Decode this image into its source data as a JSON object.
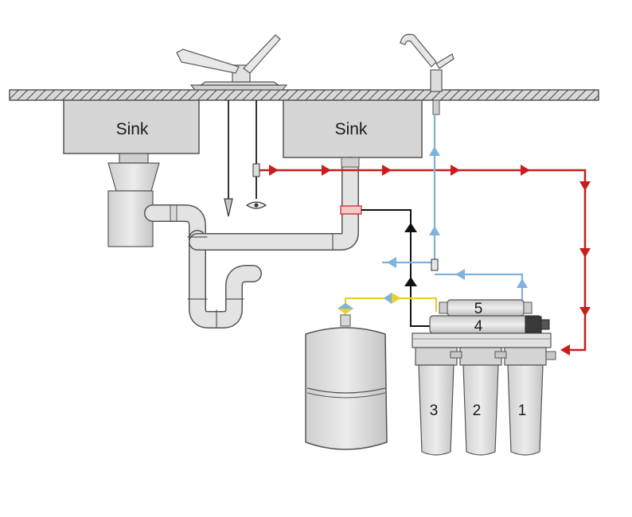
{
  "labels": {
    "left_sink": "Sink",
    "right_sink": "Sink",
    "stage_1": "1",
    "stage_2": "2",
    "stage_3": "3",
    "stage_4": "4",
    "stage_5": "5"
  },
  "line_colors": {
    "feed_water": "#c81e1e",
    "drain": "#111111",
    "product_water": "#7fb2dc",
    "tank_line": "#e6d232"
  },
  "icons": {
    "feed_arrow": "red-triangle-arrow",
    "drain_arrow": "black-triangle-arrow",
    "product_arrow": "blue-triangle-arrow",
    "tank_valve": "blue-yellow-diamond-valve"
  }
}
